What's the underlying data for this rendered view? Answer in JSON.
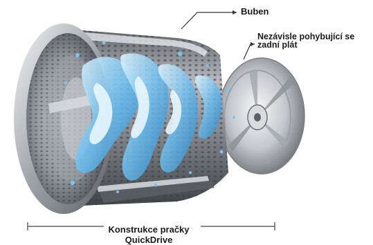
{
  "labels": {
    "drum": "Buben",
    "back_plate_line1": "Nezávisle pohybující se",
    "back_plate_line2": "zadní plát",
    "caption_line1": "Konstrukce pračky",
    "caption_line2": "QuickDrive"
  },
  "colors": {
    "steel_light": "#e6e8ea",
    "steel_mid": "#a9adb2",
    "steel_dark": "#4a4e53",
    "water_light": "#d8f0ff",
    "water": "#5fb4e8",
    "water_dark": "#1f6fb4",
    "text": "#1a1a1a",
    "bracket": "#444444"
  }
}
